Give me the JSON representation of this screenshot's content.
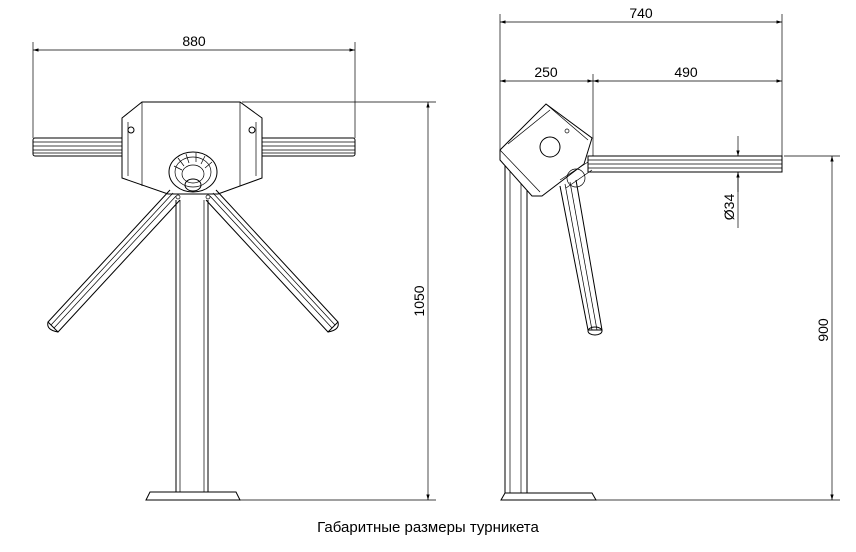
{
  "caption": "Габаритные размеры турникета",
  "front_view": {
    "width_label": "880",
    "height_label": "1050"
  },
  "side_view": {
    "total_width_label": "740",
    "head_width_label": "250",
    "arm_length_label": "490",
    "arm_diameter_label": "Ø34",
    "arm_height_label": "900"
  },
  "colors": {
    "line": "#000000",
    "background": "#ffffff"
  }
}
